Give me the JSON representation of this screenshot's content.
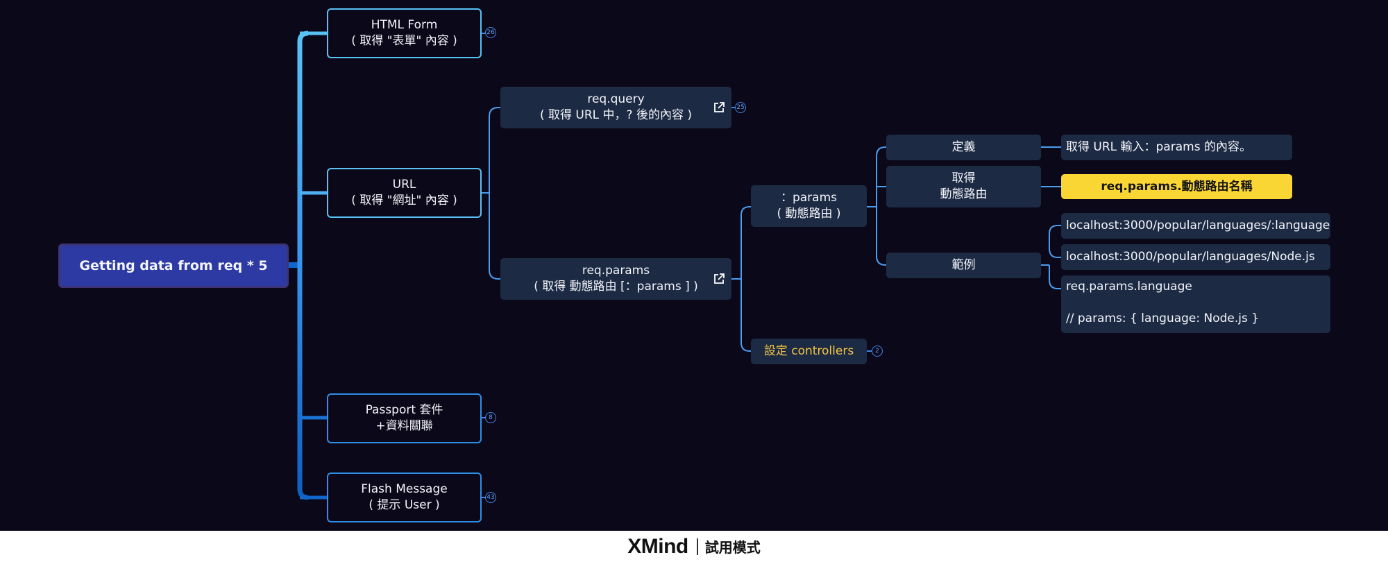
{
  "root": {
    "label": "Getting data from req * 5"
  },
  "branches": {
    "html_form": {
      "line1": "HTML Form",
      "line2": "( 取得 \"表單\" 內容 )",
      "badge": "26"
    },
    "url": {
      "line1": "URL",
      "line2": "( 取得 \"網址\" 內容 )"
    },
    "passport": {
      "line1": "Passport 套件",
      "line2": "+資料關聯",
      "badge": "8"
    },
    "flash": {
      "line1": "Flash Message",
      "line2": "( 提示 User )",
      "badge": "43"
    }
  },
  "url_children": {
    "req_query": {
      "line1": "req.query",
      "line2": "( 取得 URL 中，? 後的內容 )",
      "badge": "25"
    },
    "req_params": {
      "line1": "req.params",
      "line2": "( 取得 動態路由 [：params ] )"
    }
  },
  "params_children": {
    "params": {
      "line1": "：params",
      "line2": "( 動態路由 )"
    },
    "controllers": {
      "prefix": "設定",
      "suffix": " controllers",
      "badge": "2"
    }
  },
  "params_detail": {
    "define": {
      "label": "定義",
      "value": "取得 URL 輸入：params 的內容。"
    },
    "get": {
      "line1": "取得",
      "line2": "動態路由",
      "value": "req.params.動態路由名稱"
    },
    "example": {
      "label": "範例",
      "items": [
        "localhost:3000/popular/languages/:language",
        "localhost:3000/popular/languages/Node.js"
      ],
      "code_line1": "req.params.language",
      "code_line2": "// params: { language: Node.js }"
    }
  },
  "footer": {
    "brand": "XMind",
    "mode": "試用模式"
  },
  "colors": {
    "background": "#0b0819",
    "accent": "#59c2f5",
    "root": "#2d3aa3",
    "highlight": "#fad634",
    "node_fill": "#1d2a44"
  },
  "icons": {
    "external_link": "external-link-icon"
  }
}
